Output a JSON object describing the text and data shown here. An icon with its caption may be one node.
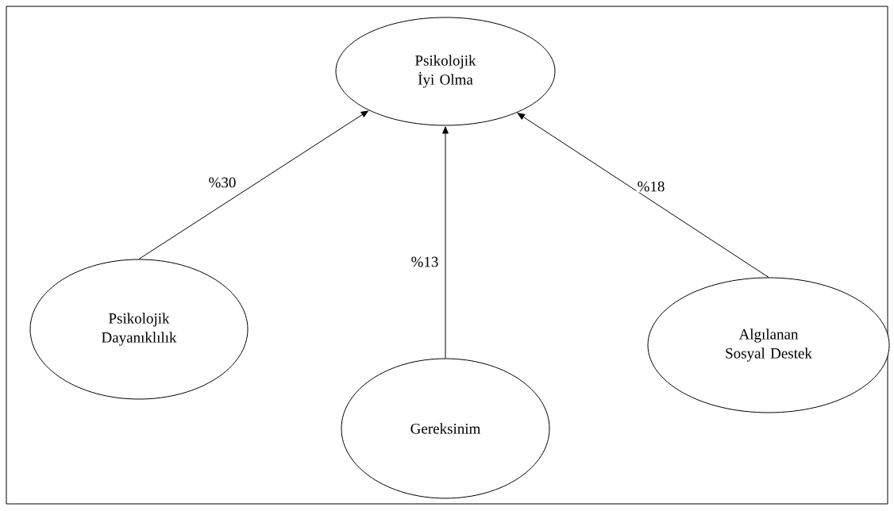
{
  "diagram": {
    "nodes": [
      {
        "text": [
          "Psikolojik İyi Olma"
        ]
      },
      {
        "text": [
          "Psikolojik Dayanıklılık"
        ]
      },
      {
        "text": [
          "Gereksinim"
        ]
      },
      {
        "text": [
          "Algılanan Sosyal Destek"
        ]
      }
    ],
    "edges": [
      {
        "from": 1,
        "to": 0,
        "arrow": "to",
        "label": "%30"
      },
      {
        "from": 2,
        "to": 0,
        "arrow": "to",
        "label": "%13"
      },
      {
        "from": 3,
        "to": 0,
        "arrow": "to",
        "label": "%18"
      }
    ]
  }
}
